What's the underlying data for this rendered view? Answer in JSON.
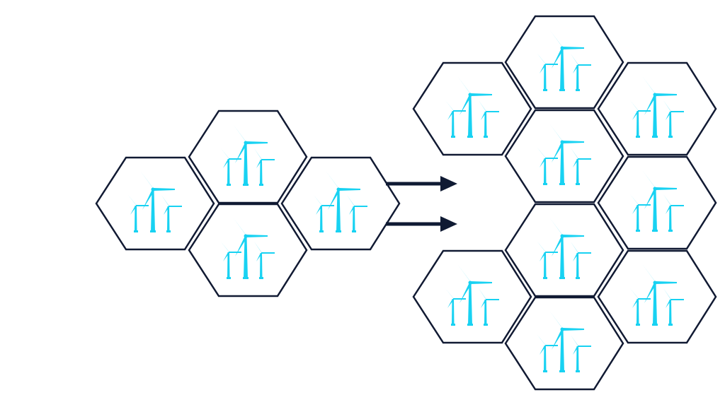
{
  "diagram": {
    "left_group": {
      "hexagon_count": 4,
      "icon": "wind-turbines-icon"
    },
    "right_group": {
      "hexagon_count": 9,
      "icon": "wind-turbines-icon"
    },
    "arrow_count": 2,
    "colors": {
      "outline": "#111a33",
      "turbine": "#18d2f2",
      "arrow": "#0f1a33",
      "background": "#ffffff"
    }
  }
}
